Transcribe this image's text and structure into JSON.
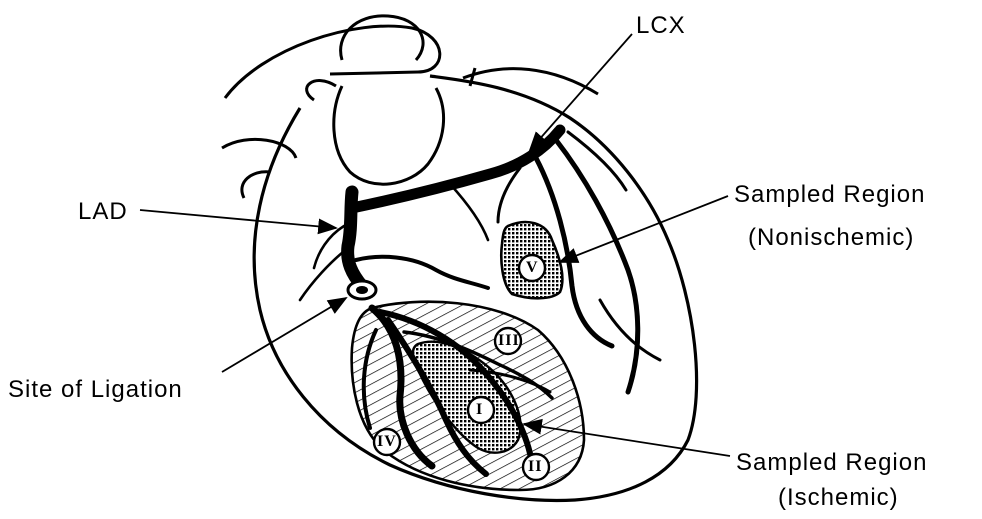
{
  "labels": {
    "lcx": "LCX",
    "lad": "LAD",
    "sampled_nonischemic_line1": "Sampled Region",
    "sampled_nonischemic_line2": "(Nonischemic)",
    "site_of_ligation": "Site of Ligation",
    "sampled_ischemic_line1": "Sampled Region",
    "sampled_ischemic_line2": "(Ischemic)"
  },
  "regions": {
    "r1": "I",
    "r2": "II",
    "r3": "III",
    "r4": "IV",
    "r5": "V"
  }
}
